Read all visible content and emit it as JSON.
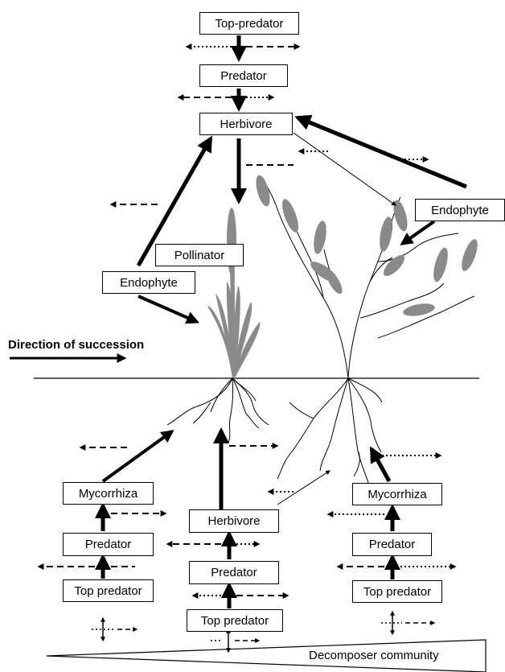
{
  "aboveground": {
    "top_predator": "Top-predator",
    "predator": "Predator",
    "herbivore": "Herbivore",
    "endophyte_right": "Endophyte",
    "endophyte_left": "Endophyte",
    "pollinator": "Pollinator"
  },
  "succession_label": "Direction of succession",
  "belowground": {
    "left": {
      "mycorrhiza": "Mycorrhiza",
      "predator": "Predator",
      "top_predator": "Top predator"
    },
    "middle": {
      "herbivore": "Herbivore",
      "predator": "Predator",
      "top_predator": "Top predator"
    },
    "right": {
      "mycorrhiza": "Mycorrhiza",
      "predator": "Predator",
      "top_predator": "Top predator"
    }
  },
  "decomposer_label": "Decomposer community",
  "colors": {
    "plant": "#8a8a8a",
    "ink": "#000000"
  }
}
